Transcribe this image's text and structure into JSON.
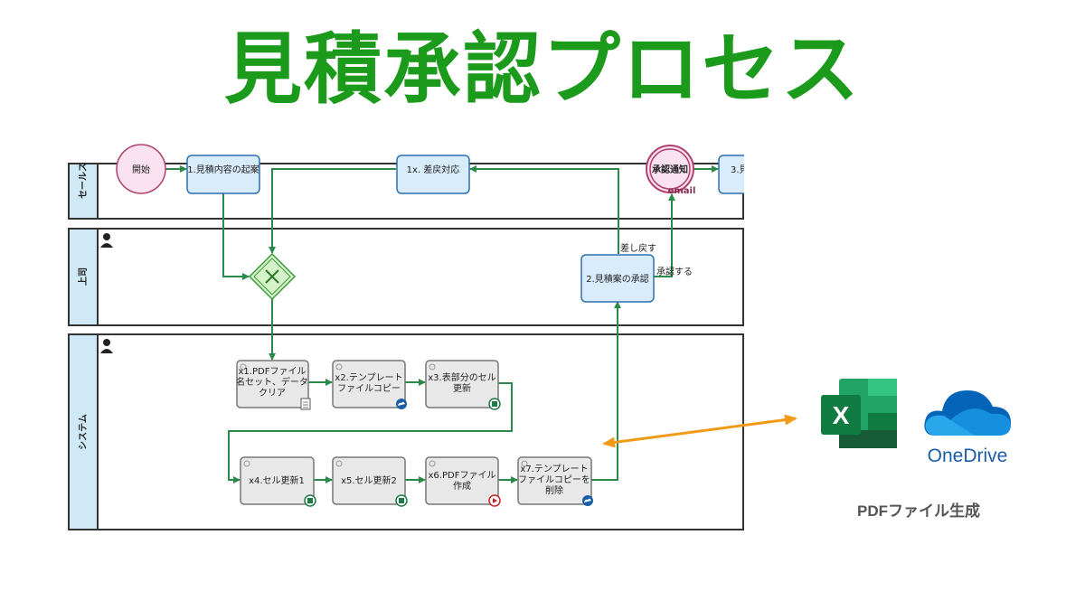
{
  "title": "見積承認プロセス",
  "lanes": [
    {
      "label": "セールス",
      "name": "lane-sales"
    },
    {
      "label": "上司",
      "name": "lane-boss"
    },
    {
      "label": "システム",
      "name": "lane-system"
    }
  ],
  "events": {
    "start": "開始",
    "notify": "承認通知",
    "notify_sub": "email"
  },
  "tasks": {
    "t1": "1.見積内容の起案",
    "t1x": "1x. 差戻対応",
    "t3": "3.見",
    "t2": "2.見積案の承認",
    "x1": [
      "x1.PDFファイル",
      "名セット、データ",
      "クリア"
    ],
    "x2": [
      "x2.テンプレート",
      "ファイルコピー"
    ],
    "x3": [
      "x3.表部分のセル",
      "更新"
    ],
    "x4": "x4.セル更新1",
    "x5": "x5.セル更新2",
    "x6": [
      "x6.PDFファイル",
      "作成"
    ],
    "x7": [
      "x7.テンプレート",
      "ファイルコピーを",
      "削除"
    ]
  },
  "flow_labels": {
    "reject": "差し戻す",
    "approve": "承認する"
  },
  "external": {
    "excel_letter": "X",
    "onedrive_label": "OneDrive",
    "caption": "PDFファイル生成"
  },
  "colors": {
    "title": "#1c9a1c",
    "flow": "#2a8a4a",
    "task_fill": "#d8ecfb",
    "task_stroke": "#2e6fae",
    "sys_fill": "#e8e8e8",
    "lane_header": "#cfe9f7",
    "arrow": "#f19a16",
    "event_fill": "#fbe2f0",
    "event_stroke": "#b0406e",
    "gateway": "#d6f2c8",
    "excel": "#1f7a45",
    "onedrive": "#1a5ea8"
  }
}
